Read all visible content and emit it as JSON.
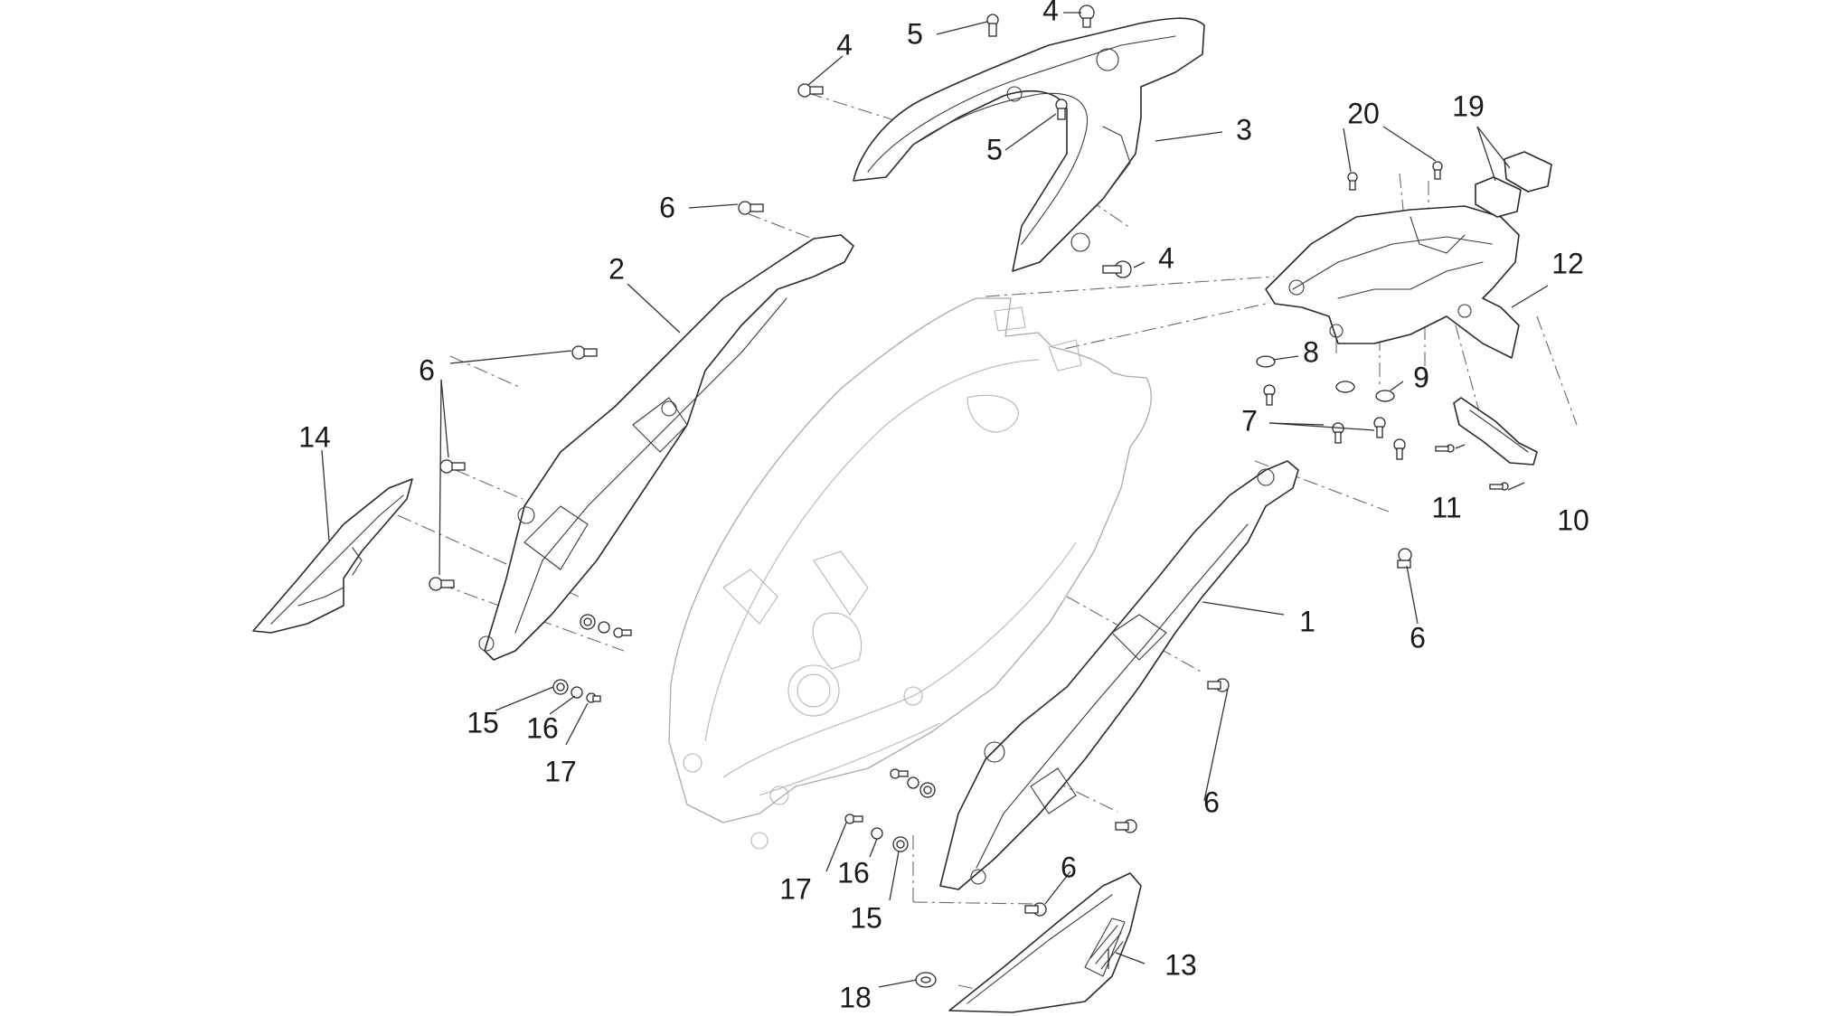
{
  "part_labels": [
    {
      "id": "label-1",
      "text": "1"
    },
    {
      "id": "label-2",
      "text": "2"
    },
    {
      "id": "label-3",
      "text": "3"
    },
    {
      "id": "label-4a",
      "text": "4"
    },
    {
      "id": "label-4b",
      "text": "4"
    },
    {
      "id": "label-4c",
      "text": "4"
    },
    {
      "id": "label-5a",
      "text": "5"
    },
    {
      "id": "label-5b",
      "text": "5"
    },
    {
      "id": "label-6a",
      "text": "6"
    },
    {
      "id": "label-6b",
      "text": "6"
    },
    {
      "id": "label-6c",
      "text": "6"
    },
    {
      "id": "label-6d",
      "text": "6"
    },
    {
      "id": "label-6e",
      "text": "6"
    },
    {
      "id": "label-7",
      "text": "7"
    },
    {
      "id": "label-8",
      "text": "8"
    },
    {
      "id": "label-9",
      "text": "9"
    },
    {
      "id": "label-10",
      "text": "10"
    },
    {
      "id": "label-11",
      "text": "11"
    },
    {
      "id": "label-12",
      "text": "12"
    },
    {
      "id": "label-13",
      "text": "13"
    },
    {
      "id": "label-14",
      "text": "14"
    },
    {
      "id": "label-15a",
      "text": "15"
    },
    {
      "id": "label-15b",
      "text": "15"
    },
    {
      "id": "label-16a",
      "text": "16"
    },
    {
      "id": "label-16b",
      "text": "16"
    },
    {
      "id": "label-17a",
      "text": "17"
    },
    {
      "id": "label-17b",
      "text": "17"
    },
    {
      "id": "label-18",
      "text": "18"
    },
    {
      "id": "label-19",
      "text": "19"
    },
    {
      "id": "label-20",
      "text": "20"
    }
  ]
}
